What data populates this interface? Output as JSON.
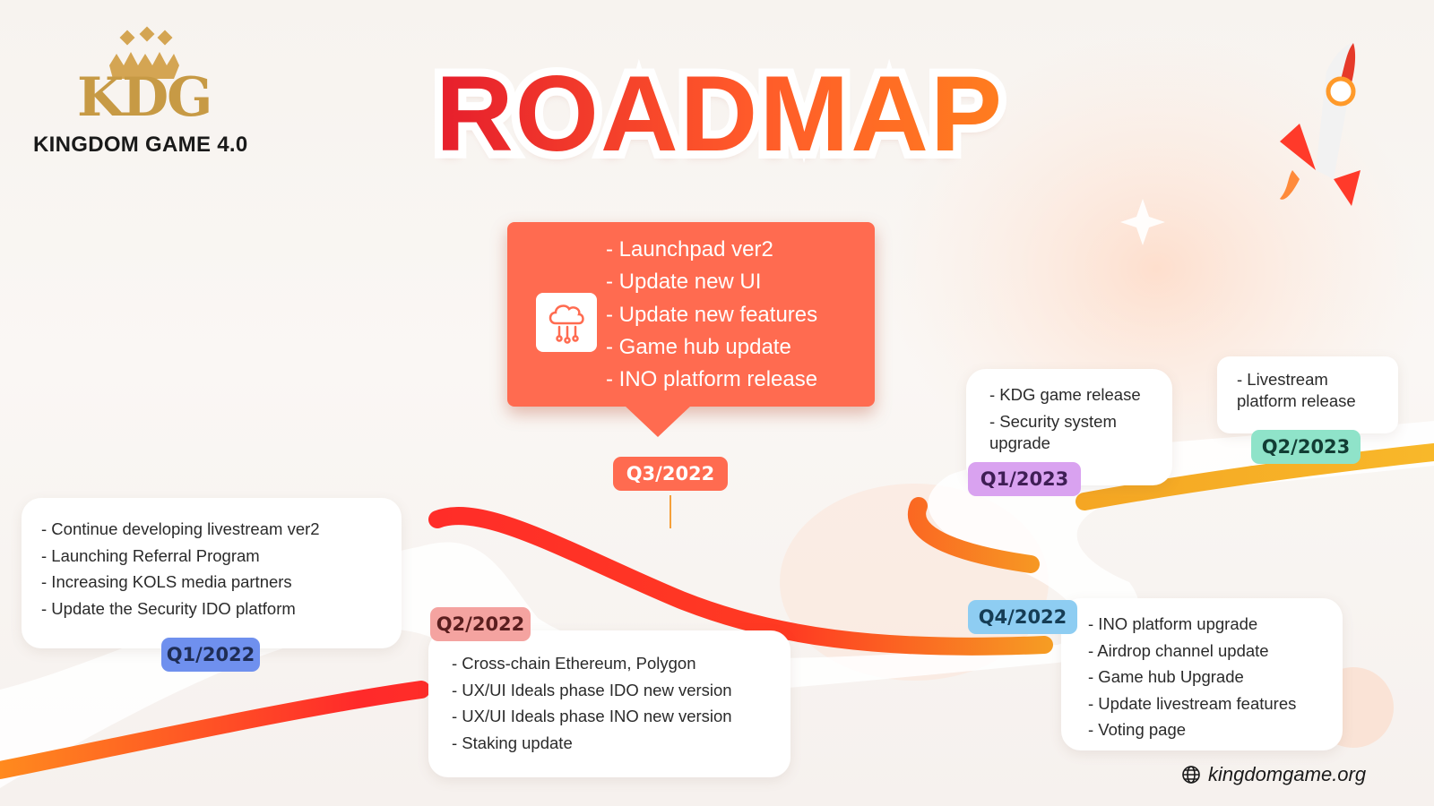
{
  "brand": {
    "logo_text": "KDG",
    "name": "KINGDOM GAME 4.0"
  },
  "title": "ROADMAP",
  "milestones": {
    "q1_2022": {
      "label": "Q1/2022",
      "color": "#6f90ee",
      "items": [
        "- Continue developing livestream ver2",
        "- Launching Referral Program",
        "- Increasing KOLS media partners",
        "- Update the Security IDO platform"
      ]
    },
    "q2_2022": {
      "label": "Q2/2022",
      "color": "#f08c8a",
      "items": [
        "- Cross-chain Ethereum, Polygon",
        "- UX/UI Ideals phase IDO new version",
        "- UX/UI Ideals phase INO new version",
        "- Staking update"
      ]
    },
    "q3_2022": {
      "label": "Q3/2022",
      "color": "#ff6b50",
      "items": [
        "- Launchpad ver2",
        "- Update new UI",
        "- Update new features",
        "- Game hub update",
        "- INO platform release"
      ]
    },
    "q4_2022": {
      "label": "Q4/2022",
      "color": "#8ecdf2",
      "items": [
        "- INO platform upgrade",
        "- Airdrop channel update",
        "- Game hub Upgrade",
        "- Update livestream features",
        "- Voting page"
      ]
    },
    "q1_2023": {
      "label": "Q1/2023",
      "color": "#d9a2f0",
      "items": [
        "- KDG game release",
        "- Security system",
        "upgrade"
      ]
    },
    "q2_2023": {
      "label": "Q2/2023",
      "color": "#8fe3c9",
      "items": [
        "- Livestream",
        "platform release"
      ]
    }
  },
  "footer": {
    "website": "kingdomgame.org"
  },
  "icons": {
    "logo": "crown-icon",
    "main": "cloud-network-icon",
    "rocket": "rocket-icon",
    "globe": "globe-icon"
  }
}
